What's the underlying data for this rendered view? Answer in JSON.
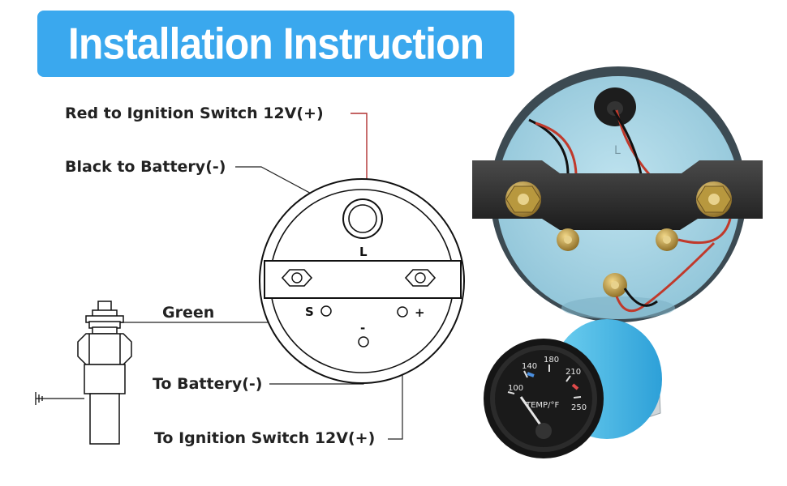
{
  "banner": {
    "title": "Installation Instruction"
  },
  "labels": {
    "red_wire": "Red to Ignition Switch 12V(+)",
    "black_wire": "Black to Battery(-)",
    "green": "Green",
    "to_battery": "To Battery(-)",
    "to_ignition": "To Ignition Switch 12V(+)"
  },
  "terminals": {
    "l": "L",
    "s": "S",
    "minus": "-",
    "plus": "+"
  },
  "gauge": {
    "scale": [
      "100",
      "140",
      "180",
      "210",
      "250"
    ],
    "unit_label": "TEMP/°F"
  },
  "colors": {
    "banner": "#3aa8ee",
    "red_wire": "#c0392b",
    "gauge_body": "#a9d8e8"
  }
}
